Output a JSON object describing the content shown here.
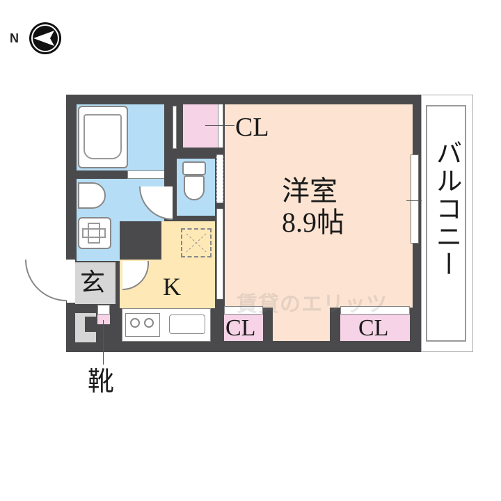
{
  "compass": {
    "north_label": "N",
    "icon": "compass-arrow-pointing-left"
  },
  "rooms": {
    "western_room": {
      "name": "洋室",
      "size": "8.9帖"
    },
    "kitchen": {
      "label": "K"
    },
    "entrance": {
      "label": "玄"
    },
    "closet_top": {
      "label": "CL"
    },
    "closet_bottom_left": {
      "label": "CL"
    },
    "closet_bottom_right": {
      "label": "CL"
    },
    "balcony": {
      "label": "バルコニー"
    },
    "shoe_closet": {
      "label": "靴"
    }
  },
  "watermark": {
    "text": "賃貸のエリッツ"
  },
  "colors": {
    "wall": "#4a4a4c",
    "wet_area": "#b5ddf5",
    "closet": "#f6d3e6",
    "western_room": "#fde4d2",
    "kitchen": "#fde8b6",
    "entrance": "#d6d6d6"
  }
}
